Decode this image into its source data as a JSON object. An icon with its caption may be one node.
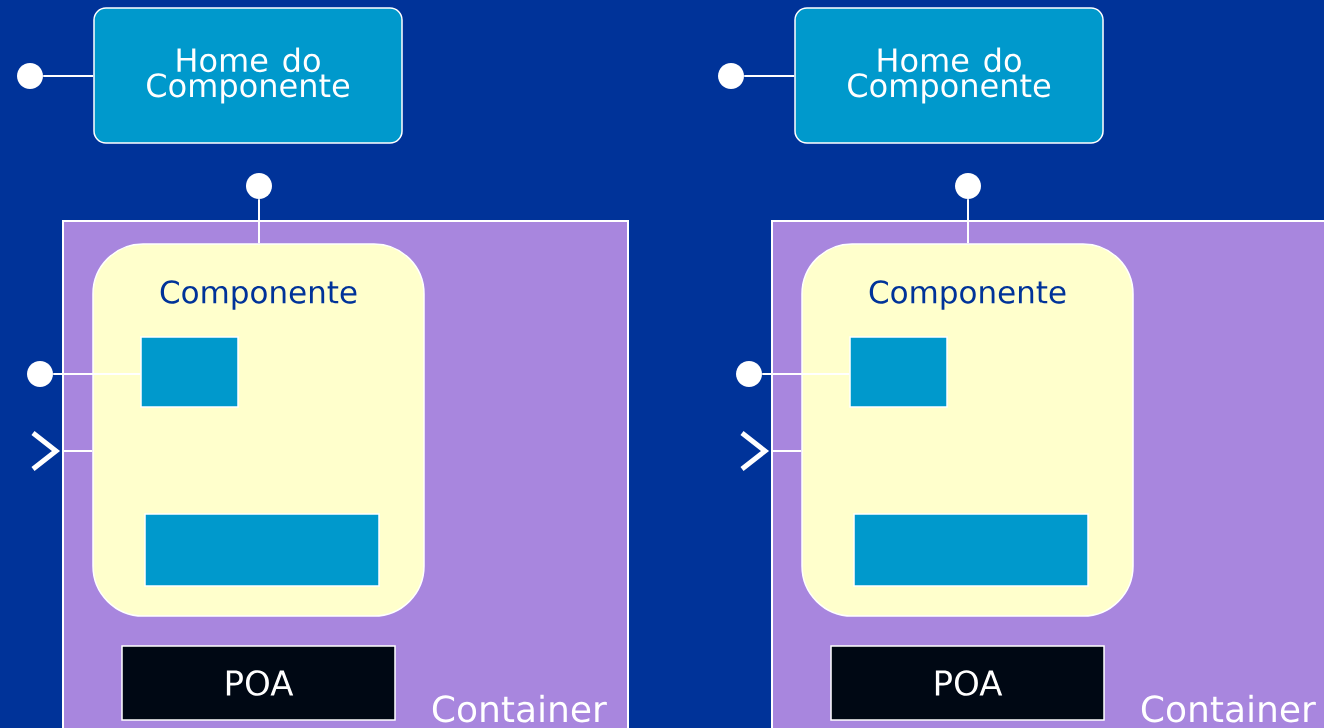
{
  "diagram": {
    "nodes": [
      {
        "text": [
          "Home do Componente"
        ]
      },
      {
        "text": [],
        "shape": "circle"
      },
      {
        "text": [],
        "shape": "circle"
      },
      {
        "text": [
          "Container"
        ]
      },
      {
        "text": [
          "Componente"
        ],
        "in": 3
      },
      {
        "text": [],
        "shape": "box",
        "in": 4
      },
      {
        "text": [],
        "shape": "box",
        "in": 4
      },
      {
        "text": [
          "POA"
        ],
        "in": 3
      },
      {
        "text": [],
        "shape": "circle"
      },
      {
        "text": [],
        "shape": "chevron"
      },
      {
        "text": [
          "Home do Componente"
        ]
      },
      {
        "text": [],
        "shape": "circle"
      },
      {
        "text": [],
        "shape": "circle"
      },
      {
        "text": [
          "Container"
        ]
      },
      {
        "text": [
          "Componente"
        ],
        "in": 13
      },
      {
        "text": [],
        "shape": "box",
        "in": 14
      },
      {
        "text": [],
        "shape": "box",
        "in": 14
      },
      {
        "text": [
          "POA"
        ],
        "in": 13
      },
      {
        "text": [],
        "shape": "circle"
      },
      {
        "text": [],
        "shape": "chevron"
      }
    ],
    "edges": [
      {
        "from": 1,
        "to": 0,
        "arrow": "none"
      },
      {
        "from": 2,
        "to": 4,
        "arrow": "none"
      },
      {
        "from": 8,
        "to": 5,
        "arrow": "none"
      },
      {
        "from": 9,
        "to": 4,
        "arrow": "none"
      },
      {
        "from": 11,
        "to": 10,
        "arrow": "none"
      },
      {
        "from": 12,
        "to": 14,
        "arrow": "none"
      },
      {
        "from": 18,
        "to": 15,
        "arrow": "none"
      },
      {
        "from": 19,
        "to": 14,
        "arrow": "none"
      }
    ]
  }
}
